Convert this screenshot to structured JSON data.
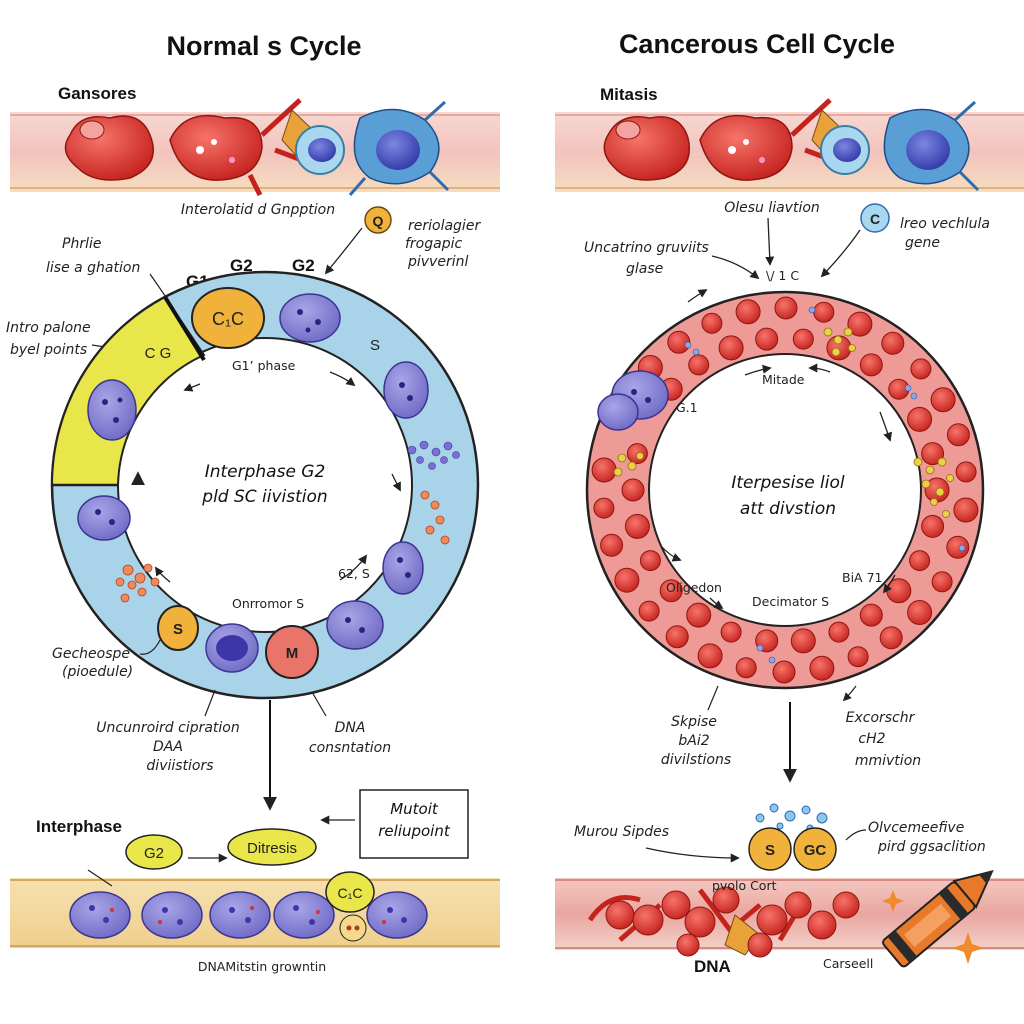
{
  "left": {
    "title": "Normal s Cycle",
    "tissue_label": "Gansores",
    "top_note": "Interolatid d Gnpption",
    "q_badge": "Q",
    "q_note": [
      "reriolagier",
      "frogapic",
      "pivverinl"
    ],
    "phase_note": [
      "Phrlie",
      "lise a ghation"
    ],
    "checkpoint_note": [
      "Intro palone",
      "byel points"
    ],
    "phase_labels": {
      "g1": "G1",
      "g2a": "G2",
      "g2b": "G2"
    },
    "segment_labels": {
      "c1c": "C₁C",
      "cg": "C G",
      "s": "S",
      "m": "M",
      "s_small": "S"
    },
    "ring_labels": {
      "g1phase": "G1’ phase",
      "s62": "62, S",
      "onrromor": "Onrromor S"
    },
    "center": [
      "Interphase G2",
      "pld SC iivistion"
    ],
    "gecheospe": [
      "Gecheospe",
      "(pioedule)"
    ],
    "unc": [
      "Uncunroird cipration",
      "DAA",
      "diviistiors"
    ],
    "dna": [
      "DNA",
      "consntation"
    ],
    "interphase": "Interphase",
    "pill_g2": "G2",
    "pill_ditresis": "Ditresis",
    "box": [
      "Mutoit",
      "reliupoint"
    ],
    "small_bubble": "C₁C",
    "bottom_label": "DNAMitstin growntin"
  },
  "right": {
    "title": "Cancerous Cell Cycle",
    "tissue_label": "Mitasis",
    "top_note": "Olesu  liavtion",
    "c_badge": "C",
    "c_note": [
      "lreo vechlula",
      "gene"
    ],
    "growth_note": [
      "Uncatrino gruviits",
      "glase"
    ],
    "vc": "\\/ 1 C",
    "mitade": "Mitade",
    "g1": "G.1",
    "center": [
      "Iterpesise liol",
      "att divstion"
    ],
    "oligedon": "Oligedon",
    "decimator": "Decimator S",
    "bi71": "BiA 71",
    "skpise": [
      "Skpise",
      "bAi2",
      "divilstions"
    ],
    "excorschr": [
      "Excorschr",
      "cH2",
      "mmivtion"
    ],
    "murou": "Murou  Sipdes",
    "pill_s": "S",
    "pill_gc": "GC",
    "olvcm": [
      "Olvcemeefive",
      "pird ggsaclition"
    ],
    "pvolo": "pvolo Cort",
    "dna": "DNA",
    "carseell": "Carseell"
  },
  "colors": {
    "ring_blue": "#a9d3e9",
    "ring_red": "#ee9a97",
    "yellow": "#e9e64a",
    "orange_badge": "#f0b23a",
    "red_cell": "#d8322a",
    "purple_nucleus": "#5d55b8",
    "membrane_pink": "#f2c4bd",
    "membrane_tan": "#f4d69a",
    "crayon_orange": "#e8792a"
  },
  "icons": {
    "crayon": "crayon-icon",
    "sparkle": "sparkle-icon"
  }
}
